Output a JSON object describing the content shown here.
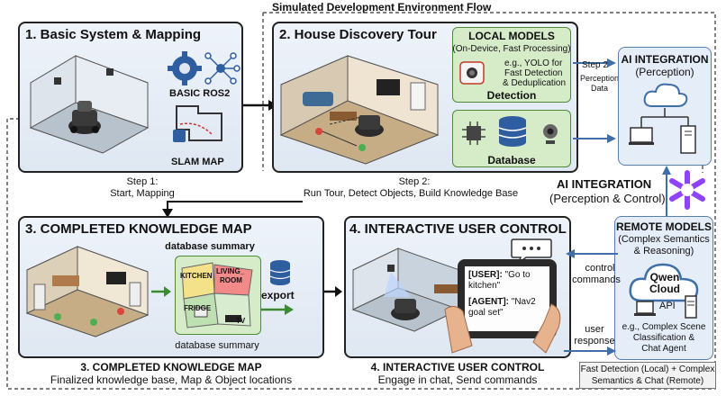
{
  "header": {
    "title": "Simulated Development Environment Flow"
  },
  "panel1": {
    "title": "1. Basic System & Mapping",
    "ros_label": "BASIC ROS2",
    "slam_label": "SLAM MAP",
    "step_line1": "Step 1:",
    "step_line2": "Start, Mapping"
  },
  "panel2": {
    "title": "2. House Discovery Tour",
    "local_title": "LOCAL MODELS",
    "local_sub": "(On-Device, Fast Processing)",
    "yolo_line1": "e.g., YOLO for",
    "yolo_line2": "Fast Detection",
    "yolo_line3": "& Deduplication",
    "detection": "Detection",
    "database": "Database",
    "step_line1": "Step 2:",
    "step_line2": "Run Tour, Detect Objects, Build Knowledge Base"
  },
  "flow": {
    "step2_label": "Step 2",
    "perception_data": "Perception\nData",
    "ai_integration_mid_1": "AI INTEGRATION",
    "ai_integration_mid_2": "(Perception & Control)",
    "control_commands_1": "control",
    "control_commands_2": "commands",
    "user_response_1": "user",
    "user_response_2": "response"
  },
  "ai_box": {
    "title": "AI INTEGRATION",
    "sub": "(Perception)"
  },
  "remote": {
    "title": "REMOTE MODELS",
    "sub1": "(Complex Semantics",
    "sub2": "& Reasoning)",
    "cloud1": "Qwen",
    "cloud2": "Cloud",
    "api": "API",
    "eg1": "e.g., Complex Scene",
    "eg2": "Classification &",
    "eg3": "Chat Agent"
  },
  "panel3": {
    "title": "3. COMPLETED KNOWLEDGE MAP",
    "db_summary_top": "database summary",
    "db_summary_bottom": "database summary",
    "kitchen": "KITCHEN",
    "living1": "LIVING_",
    "living2": "ROOM",
    "fridge": "FRIDGE",
    "tv": "TV",
    "export": "export",
    "caption_title": "3. COMPLETED KNOWLEDGE MAP",
    "caption_sub": "Finalized knowledge base, Map & Object locations"
  },
  "panel4": {
    "title": "4. INTERACTIVE USER CONTROL",
    "user_tag": "[USER]:",
    "user_msg1": " \"Go to",
    "user_msg2": "kitchen\"",
    "agent_tag": "[AGENT]:",
    "agent_msg1": " \"Nav2",
    "agent_msg2": "goal set\"",
    "caption_title": "4. INTERACTIVE USER CONTROL",
    "caption_sub": "Engage in chat, Send commands"
  },
  "footer": {
    "line1": "Fast Detection (Local) + Complex",
    "line2": "Semantics & Chat (Remote)"
  },
  "colors": {
    "panel_border": "#222222",
    "green_box": "#d6ecc9",
    "blue_box": "#e4edf8",
    "arrow_blue": "#3f6fa8",
    "arrow_green": "#3b8a2f"
  }
}
